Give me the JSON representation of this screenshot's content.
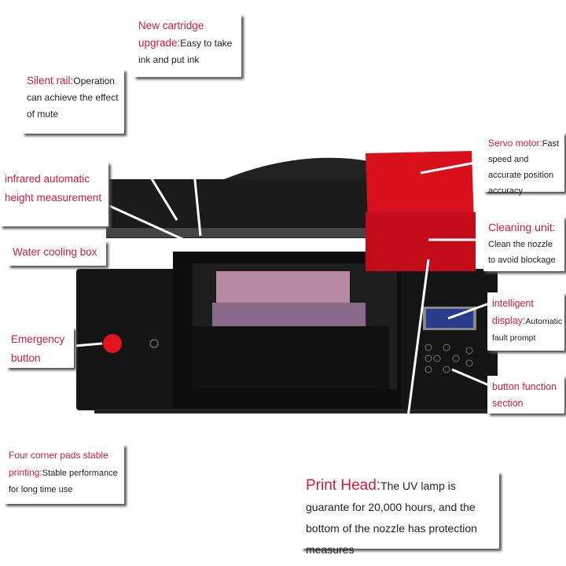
{
  "annotations": {
    "cartridge": {
      "title": "New cartridge upgrade:",
      "text": "Easy to take ink and put ink"
    },
    "rail": {
      "title": "Silent rail:",
      "text": "Operation can achieve the effect of mute"
    },
    "infrared": {
      "title": "infrared automatic height measurement"
    },
    "cooling": {
      "title": "Water cooling box"
    },
    "emergency": {
      "title": "Emergency button"
    },
    "servo": {
      "title": "Servo motor:",
      "text": "Fast speed and accurate position accuracy"
    },
    "cleaning": {
      "title": "Cleaning unit:",
      "text": "Clean the nozzle to avoid blockage"
    },
    "display": {
      "title": "intelligent display:",
      "text": "Automatic fault prompt"
    },
    "buttons": {
      "title": "button function section"
    },
    "pads": {
      "title": "Four corner pads stable printing:",
      "text": "Stable performance for long time use"
    },
    "printhead": {
      "title": "Print Head:",
      "text": "The UV lamp is guarante for 20,000 hours, and the bottom of the nozzle has protection measures"
    }
  },
  "colors": {
    "accent": "#d01c3a",
    "body": "#151515",
    "carriage": "#d8101c",
    "display": "#2a3a8c"
  }
}
